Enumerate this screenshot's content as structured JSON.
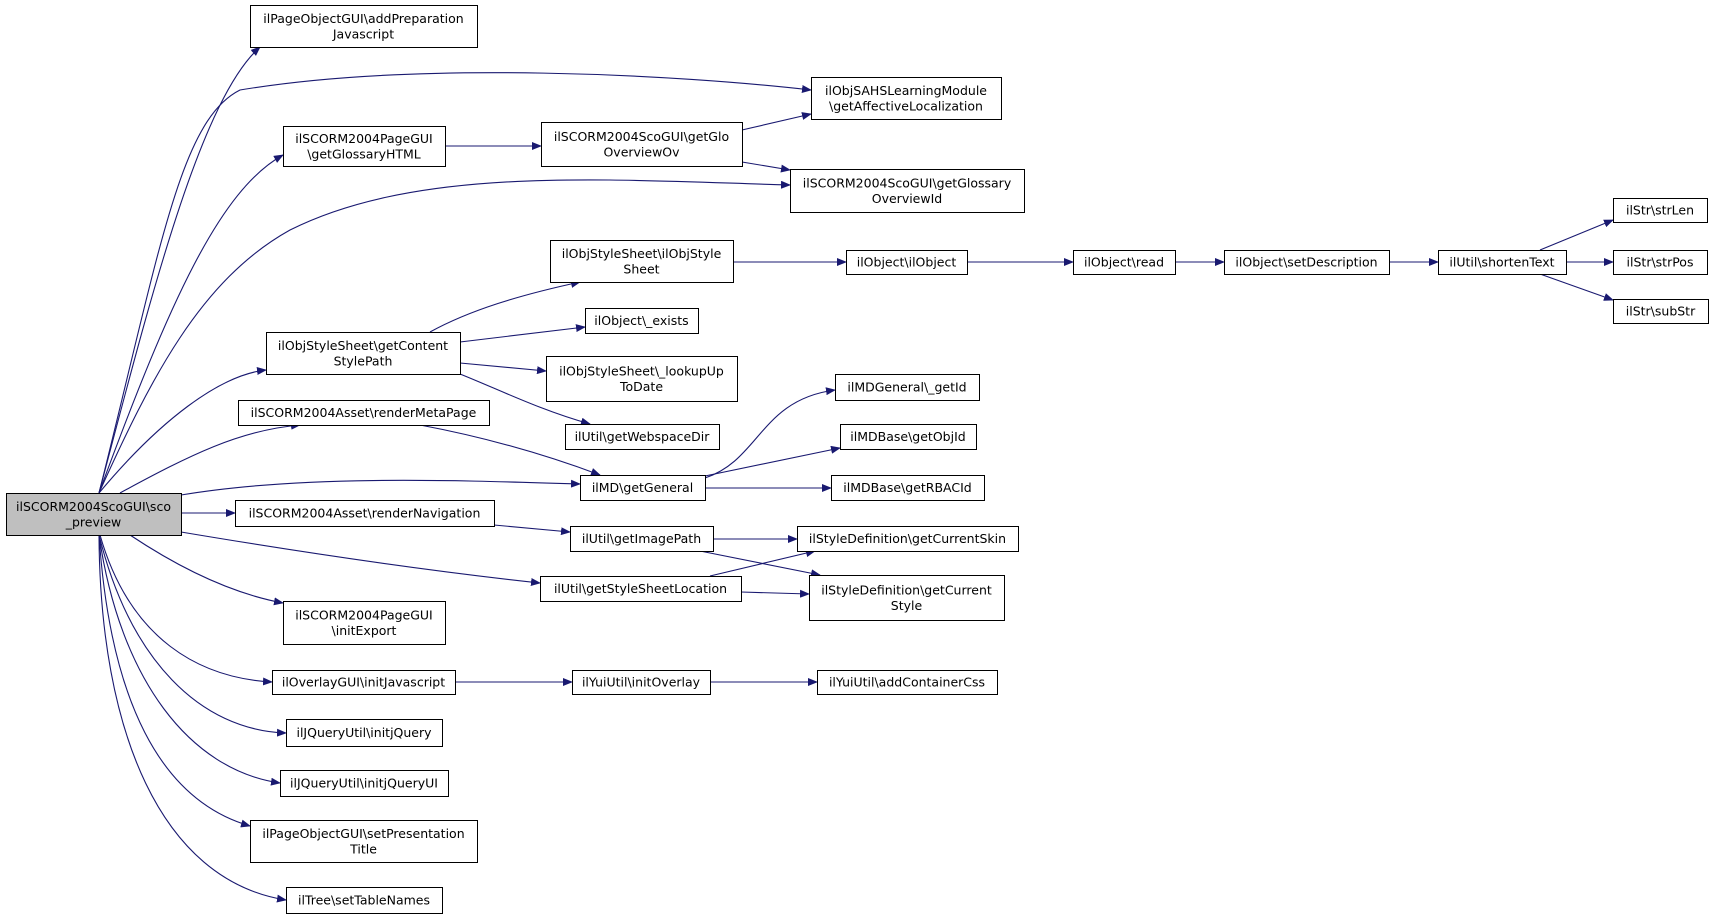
{
  "diagram": {
    "nodes": [
      {
        "id": "root",
        "lines": [
          "ilSCORM2004ScoGUI\\sco",
          "_preview"
        ],
        "fill": "#bfbfbf"
      },
      {
        "id": "n1",
        "lines": [
          "ilPageObjectGUI\\addPreparation",
          "Javascript"
        ]
      },
      {
        "id": "n2",
        "lines": [
          "ilObjSAHSLearningModule",
          "\\getAffectiveLocalization"
        ]
      },
      {
        "id": "n3",
        "lines": [
          "ilSCORM2004PageGUI",
          "\\getGlossaryHTML"
        ]
      },
      {
        "id": "n4",
        "lines": [
          "ilSCORM2004ScoGUI\\getGlo",
          "OverviewOv"
        ]
      },
      {
        "id": "n5",
        "lines": [
          "ilSCORM2004ScoGUI\\getGlossary",
          "OverviewId"
        ]
      },
      {
        "id": "n6",
        "lines": [
          "ilObjStyleSheet\\ilObjStyle",
          "Sheet"
        ]
      },
      {
        "id": "n7",
        "lines": [
          "ilObject\\ilObject"
        ]
      },
      {
        "id": "n8",
        "lines": [
          "ilObject\\read"
        ]
      },
      {
        "id": "n9",
        "lines": [
          "ilObject\\setDescription"
        ]
      },
      {
        "id": "n10",
        "lines": [
          "ilUtil\\shortenText"
        ]
      },
      {
        "id": "n11",
        "lines": [
          "ilStr\\strLen"
        ]
      },
      {
        "id": "n12",
        "lines": [
          "ilStr\\strPos"
        ]
      },
      {
        "id": "n13",
        "lines": [
          "ilStr\\subStr"
        ]
      },
      {
        "id": "n14",
        "lines": [
          "ilObjStyleSheet\\getContent",
          "StylePath"
        ]
      },
      {
        "id": "n15",
        "lines": [
          "ilObject\\_exists"
        ]
      },
      {
        "id": "n16",
        "lines": [
          "ilObjStyleSheet\\_lookupUp",
          "ToDate"
        ]
      },
      {
        "id": "n17",
        "lines": [
          "ilUtil\\getWebspaceDir"
        ]
      },
      {
        "id": "n18",
        "lines": [
          "ilSCORM2004Asset\\renderMetaPage"
        ]
      },
      {
        "id": "n19",
        "lines": [
          "ilMD\\getGeneral"
        ]
      },
      {
        "id": "n20",
        "lines": [
          "ilMDGeneral\\_getId"
        ]
      },
      {
        "id": "n21",
        "lines": [
          "ilMDBase\\getObjId"
        ]
      },
      {
        "id": "n22",
        "lines": [
          "ilMDBase\\getRBACId"
        ]
      },
      {
        "id": "n23",
        "lines": [
          "ilSCORM2004Asset\\renderNavigation"
        ]
      },
      {
        "id": "n24",
        "lines": [
          "ilUtil\\getImagePath"
        ]
      },
      {
        "id": "n25",
        "lines": [
          "ilStyleDefinition\\getCurrentSkin"
        ]
      },
      {
        "id": "n26",
        "lines": [
          "ilUtil\\getStyleSheetLocation"
        ]
      },
      {
        "id": "n27",
        "lines": [
          "ilStyleDefinition\\getCurrent",
          "Style"
        ]
      },
      {
        "id": "n28",
        "lines": [
          "ilSCORM2004PageGUI",
          "\\initExport"
        ]
      },
      {
        "id": "n29",
        "lines": [
          "ilOverlayGUI\\initJavascript"
        ]
      },
      {
        "id": "n30",
        "lines": [
          "ilYuiUtil\\initOverlay"
        ]
      },
      {
        "id": "n31",
        "lines": [
          "ilYuiUtil\\addContainerCss"
        ]
      },
      {
        "id": "n32",
        "lines": [
          "ilJQueryUtil\\initjQuery"
        ]
      },
      {
        "id": "n33",
        "lines": [
          "ilJQueryUtil\\initjQueryUI"
        ]
      },
      {
        "id": "n34",
        "lines": [
          "ilPageObjectGUI\\setPresentation",
          "Title"
        ]
      },
      {
        "id": "n35",
        "lines": [
          "ilTree\\setTableNames"
        ]
      }
    ],
    "edges": [
      {
        "from": "root",
        "to": "n1"
      },
      {
        "from": "root",
        "to": "n2"
      },
      {
        "from": "root",
        "to": "n3"
      },
      {
        "from": "root",
        "to": "n5"
      },
      {
        "from": "root",
        "to": "n14"
      },
      {
        "from": "root",
        "to": "n18"
      },
      {
        "from": "root",
        "to": "n19"
      },
      {
        "from": "root",
        "to": "n23"
      },
      {
        "from": "root",
        "to": "n26"
      },
      {
        "from": "root",
        "to": "n28"
      },
      {
        "from": "root",
        "to": "n29"
      },
      {
        "from": "root",
        "to": "n32"
      },
      {
        "from": "root",
        "to": "n33"
      },
      {
        "from": "root",
        "to": "n34"
      },
      {
        "from": "root",
        "to": "n35"
      },
      {
        "from": "n3",
        "to": "n4"
      },
      {
        "from": "n4",
        "to": "n2"
      },
      {
        "from": "n4",
        "to": "n5"
      },
      {
        "from": "n14",
        "to": "n6"
      },
      {
        "from": "n14",
        "to": "n15"
      },
      {
        "from": "n14",
        "to": "n16"
      },
      {
        "from": "n14",
        "to": "n17"
      },
      {
        "from": "n6",
        "to": "n7"
      },
      {
        "from": "n7",
        "to": "n8"
      },
      {
        "from": "n8",
        "to": "n9"
      },
      {
        "from": "n9",
        "to": "n10"
      },
      {
        "from": "n10",
        "to": "n11"
      },
      {
        "from": "n10",
        "to": "n12"
      },
      {
        "from": "n10",
        "to": "n13"
      },
      {
        "from": "n18",
        "to": "n19"
      },
      {
        "from": "n19",
        "to": "n20"
      },
      {
        "from": "n19",
        "to": "n21"
      },
      {
        "from": "n19",
        "to": "n22"
      },
      {
        "from": "n23",
        "to": "n24"
      },
      {
        "from": "n24",
        "to": "n25"
      },
      {
        "from": "n24",
        "to": "n27"
      },
      {
        "from": "n26",
        "to": "n25"
      },
      {
        "from": "n26",
        "to": "n27"
      },
      {
        "from": "n29",
        "to": "n30"
      },
      {
        "from": "n30",
        "to": "n31"
      }
    ]
  }
}
